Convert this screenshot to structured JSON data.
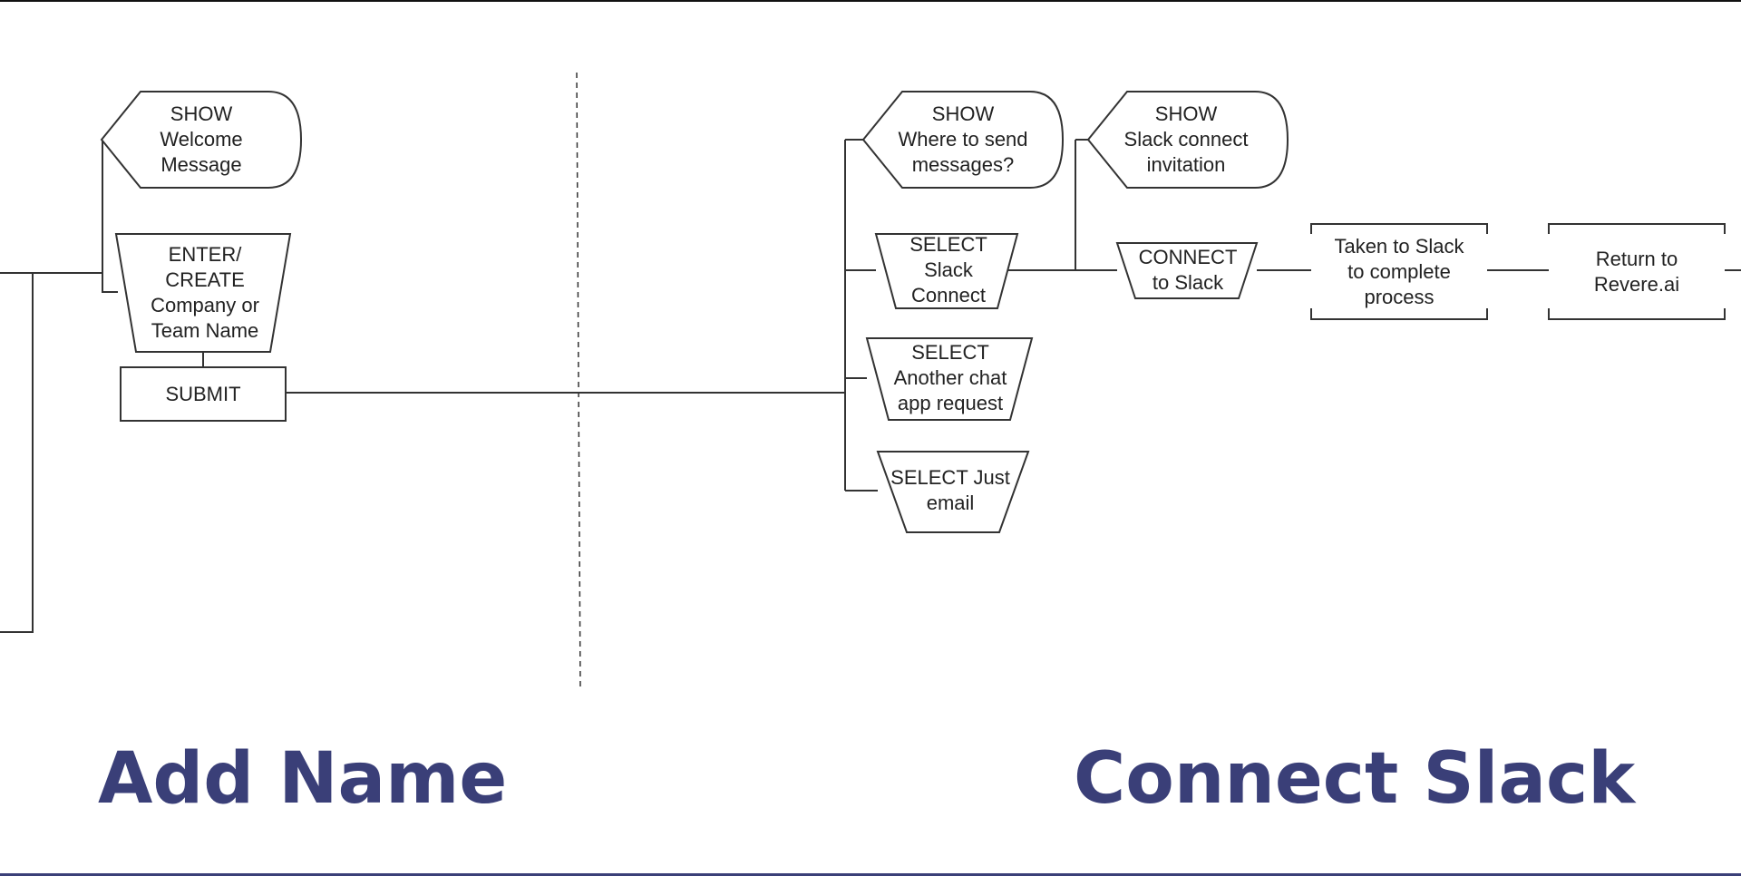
{
  "colors": {
    "title": "#3a3f78",
    "stroke": "#333333",
    "text": "#222222"
  },
  "sections": {
    "add_name": {
      "title": "Add Name"
    },
    "connect_slack": {
      "title": "Connect Slack"
    }
  },
  "nodes": {
    "show_welcome": {
      "lines": [
        "SHOW",
        "Welcome",
        "Message"
      ]
    },
    "enter_company": {
      "lines": [
        "ENTER/",
        "CREATE",
        "Company or",
        "Team Name"
      ]
    },
    "submit": {
      "lines": [
        "SUBMIT"
      ]
    },
    "show_where": {
      "lines": [
        "SHOW",
        "Where to send",
        "messages?"
      ]
    },
    "show_invitation": {
      "lines": [
        "SHOW",
        "Slack connect",
        "invitation"
      ]
    },
    "select_slack_connect": {
      "lines": [
        "SELECT",
        "Slack",
        "Connect"
      ]
    },
    "connect_to_slack": {
      "lines": [
        "CONNECT",
        "to Slack"
      ]
    },
    "taken_to_slack": {
      "lines": [
        "Taken to Slack",
        "to complete",
        "process"
      ]
    },
    "return_revere": {
      "lines": [
        "Return to",
        "Revere.ai"
      ]
    },
    "select_other_chat": {
      "lines": [
        "SELECT",
        "Another chat",
        "app request"
      ]
    },
    "select_just_email": {
      "lines": [
        "SELECT Just",
        "email"
      ]
    }
  }
}
